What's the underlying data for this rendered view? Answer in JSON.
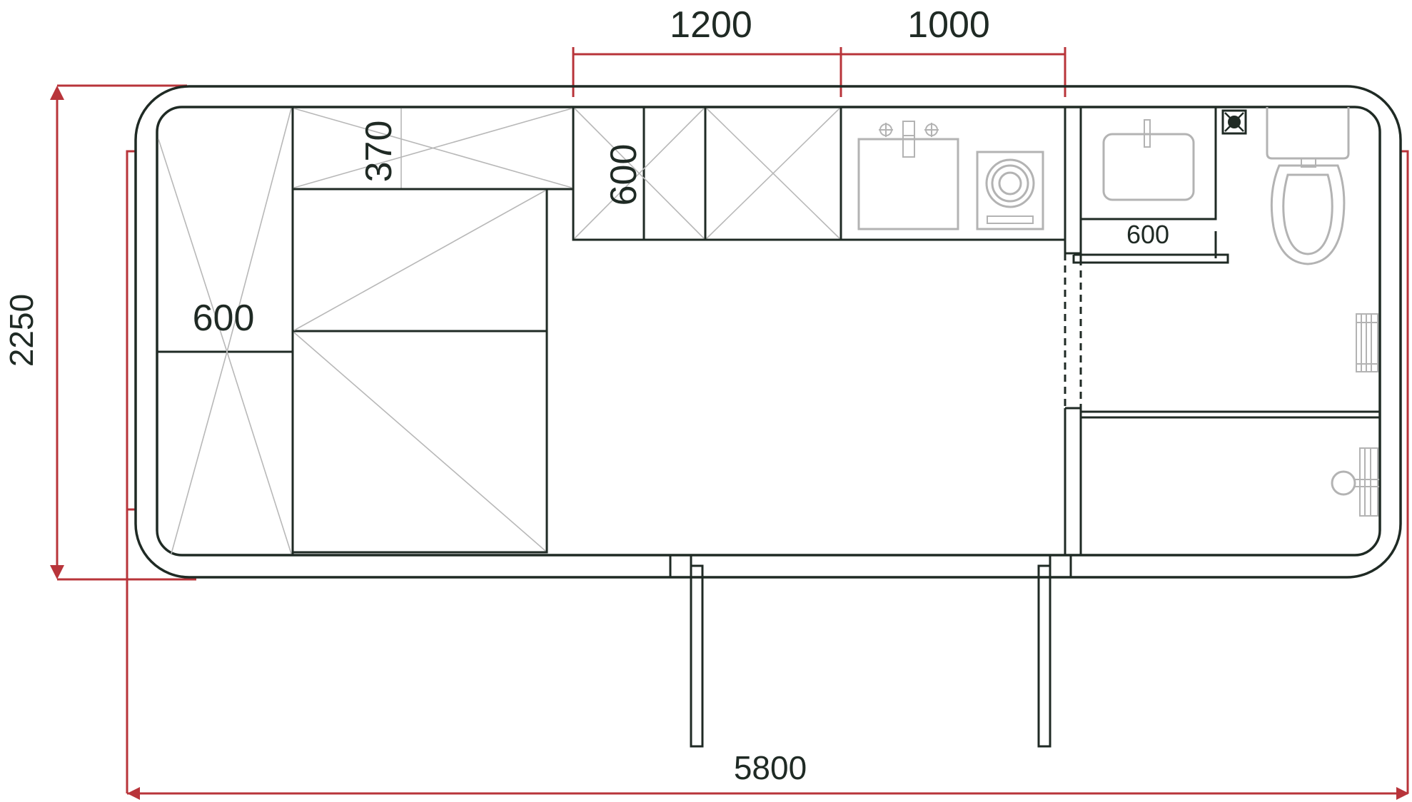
{
  "dimensions": {
    "total_length": "5800",
    "total_width": "2250",
    "kitchen_segment_a": "1200",
    "kitchen_segment_b": "1000",
    "bench_depth": "600",
    "shelf_depth": "370",
    "cabinet_depth": "600",
    "bath_counter_depth": "600"
  },
  "colors": {
    "dimension_lines": "#b8343a",
    "walls": "#1f2a24",
    "fixtures": "#b3b3b3"
  },
  "icons": [
    "sink-icon",
    "stove-icon",
    "washbasin-icon",
    "toilet-icon",
    "radiator-icon",
    "shower-icon",
    "vent-icon"
  ]
}
